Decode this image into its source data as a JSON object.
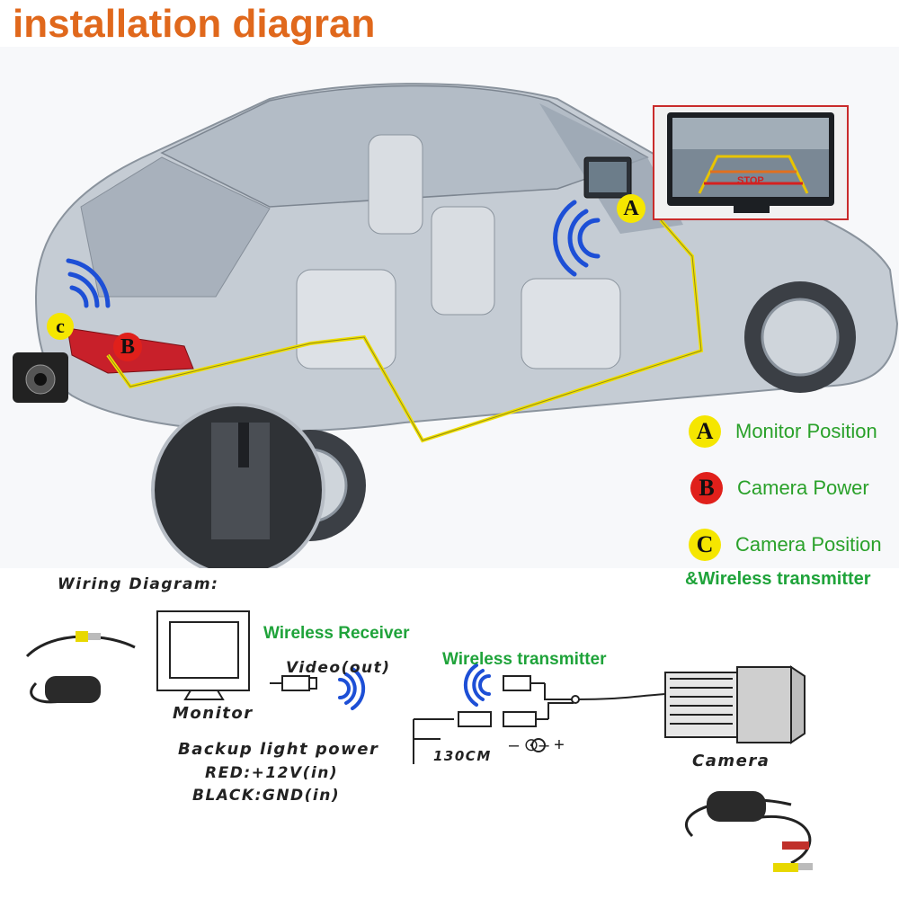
{
  "title": "installation diagran",
  "monitor_inset": {
    "stop_label": "STOP"
  },
  "markers": {
    "a": "A",
    "b": "B",
    "c": "c"
  },
  "legend": [
    {
      "letter": "A",
      "label": "Monitor Position",
      "color": "#f5e600"
    },
    {
      "letter": "B",
      "label": "Camera Power",
      "color": "#e0201b"
    },
    {
      "letter": "C",
      "label": "Camera Position",
      "color": "#f5e600"
    }
  ],
  "legend_extra": "&Wireless transmitter",
  "wiring": {
    "heading": "Wiring Diagram:",
    "wireless_receiver": "Wireless Receiver",
    "video_out": "Video(out)",
    "monitor": "Monitor",
    "wireless_transmitter": "Wireless transmitter",
    "backup_power": "Backup light power",
    "red": "RED:+12V(in)",
    "black": "BLACK:GND(in)",
    "length": "130CM",
    "polarity": "– ⊙– +",
    "camera": "Camera"
  }
}
